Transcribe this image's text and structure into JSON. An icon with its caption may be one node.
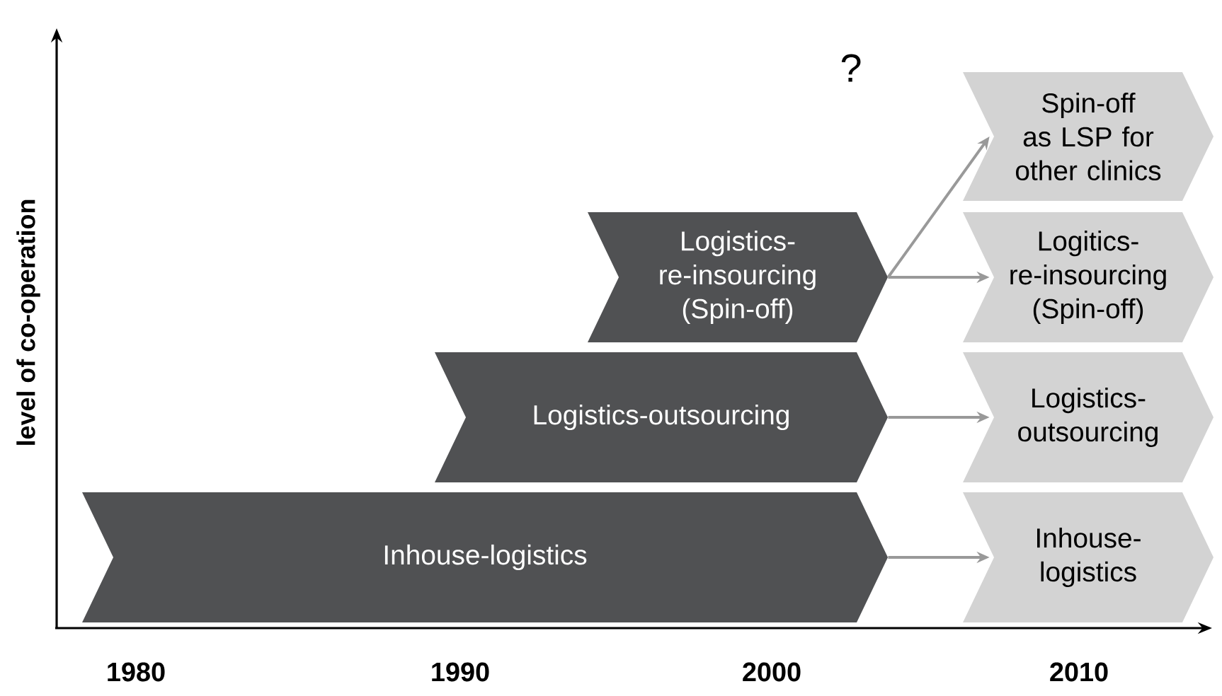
{
  "diagram": {
    "nodes": [
      {
        "text": [
          "Inhouse-logistics"
        ]
      },
      {
        "text": [
          "Logistics-outsourcing"
        ]
      },
      {
        "text": [
          "Logistics- re-insourcing (Spin-off)"
        ]
      },
      {
        "text": [
          "Spin-off as LSP for other clinics"
        ]
      },
      {
        "text": [
          "Logitics- re-insourcing (Spin-off)"
        ]
      },
      {
        "text": [
          "Logistics- outsourcing"
        ]
      },
      {
        "text": [
          "Inhouse- logistics"
        ]
      }
    ],
    "edges": [
      {
        "from": 2,
        "to": 3,
        "arrow": "to"
      },
      {
        "from": 2,
        "to": 4,
        "arrow": "to"
      },
      {
        "from": 1,
        "to": 5,
        "arrow": "to"
      },
      {
        "from": 0,
        "to": 6,
        "arrow": "to"
      }
    ],
    "labels": [
      "?",
      "level of co-operation",
      "1980",
      "1990",
      "2000",
      "2010"
    ]
  }
}
